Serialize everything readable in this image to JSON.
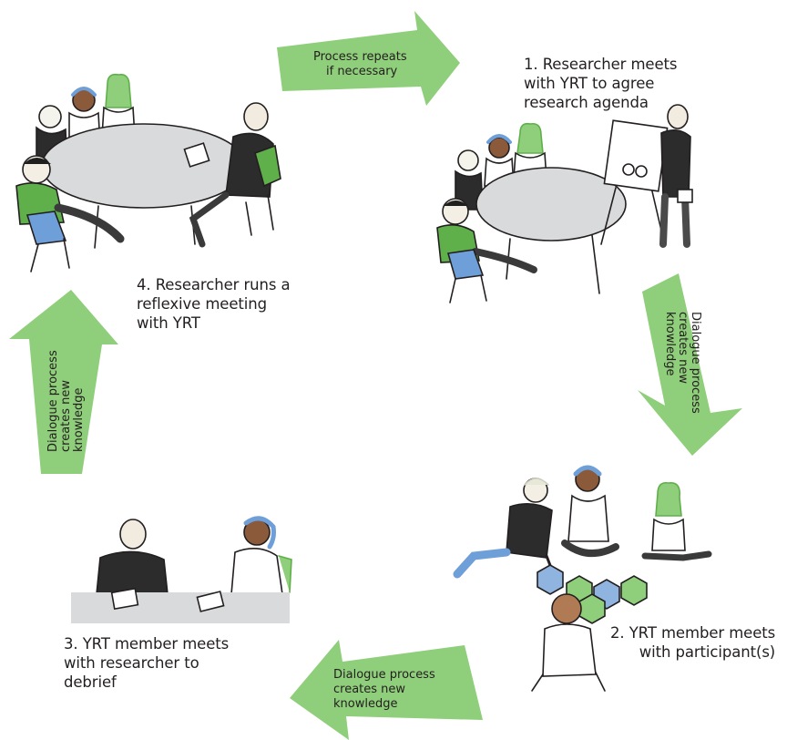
{
  "steps": {
    "step1": {
      "lines": [
        "1. Researcher meets",
        "with YRT to agree",
        "research agenda"
      ]
    },
    "step2": {
      "lines": [
        "2. YRT member meets",
        "with participant(s)"
      ]
    },
    "step3": {
      "lines": [
        "3. YRT member meets",
        "with researcher to",
        "debrief"
      ]
    },
    "step4": {
      "lines": [
        "4. Researcher runs a",
        "reflexive meeting",
        "with YRT"
      ]
    }
  },
  "arrows": {
    "top": {
      "lines": [
        "Process repeats",
        "if necessary"
      ]
    },
    "right": {
      "lines": [
        "Dialogue process",
        "creates new",
        "knowledge"
      ]
    },
    "bottom": {
      "lines": [
        "Dialogue process",
        "creates new",
        "knowledge"
      ]
    },
    "left": {
      "lines": [
        "Dialogue process",
        "creates new",
        "knowledge"
      ]
    }
  },
  "colors": {
    "arrow_fill": "#8fce7a",
    "table": "#d9dadc",
    "shirt_green": "#5fb04a",
    "chair_blue": "#6f9fd8",
    "hex_green": "#8fce7a",
    "hex_blue": "#8fb4e0"
  }
}
